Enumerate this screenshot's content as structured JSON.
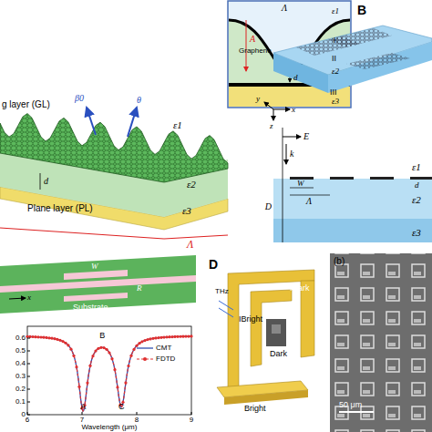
{
  "diagram": {
    "labels": [
      "Graphene",
      "Λ",
      "A",
      "ε1",
      "I",
      "d",
      "II",
      "ε2",
      "III",
      "ε3",
      "g layer (GL)",
      "β0",
      "θ",
      "ε1",
      "d",
      "Plane layer (PL)",
      "ε2",
      "ε3",
      "Λ",
      "B",
      "x",
      "y",
      "z",
      "E",
      "k",
      "W",
      "Λ",
      "ε1",
      "D",
      "d",
      "ε2",
      "ε3",
      "x",
      "W",
      "R",
      "Substrate",
      "0.6",
      "0.5",
      "0.4",
      "0.3",
      "0.2",
      "0.1",
      "0",
      "6",
      "7",
      "8",
      "9",
      "Wavelength (μm)",
      "A",
      "B",
      "C",
      "D",
      "THz",
      "IBright",
      "IDark",
      "Dark",
      "Bright",
      "(b)",
      "50 μm"
    ],
    "legend": [
      {
        "text": "CMT"
      },
      {
        "text": "FDTD"
      }
    ]
  }
}
